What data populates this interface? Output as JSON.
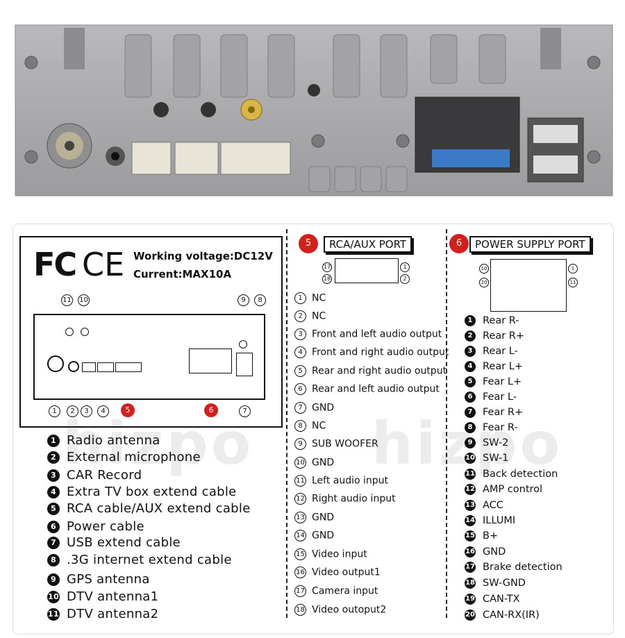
{
  "watermark": "hizpo",
  "back_panel": {
    "fcc_logo": "FC",
    "ce_logo": "CE",
    "voltage": "Working voltage:DC12V",
    "current": "Current:MAX10A",
    "bottom_numbers": [
      "1",
      "2",
      "3",
      "4",
      "5",
      "6",
      "7"
    ],
    "top_numbers": [
      "11",
      "10",
      "9",
      "8"
    ]
  },
  "legend": [
    {
      "n": "1",
      "text": "Radio antenna"
    },
    {
      "n": "2",
      "text": "External microphone"
    },
    {
      "n": "3",
      "text": "CAR Record"
    },
    {
      "n": "4",
      "text": "Extra TV box extend cable"
    },
    {
      "n": "5",
      "text": "RCA cable/AUX extend cable"
    },
    {
      "n": "6",
      "text": "Power cable"
    },
    {
      "n": "7",
      "text": "USB extend cable"
    },
    {
      "n": "8",
      "text": ".3G internet extend cable"
    },
    {
      "n": "9",
      "text": "GPS antenna"
    },
    {
      "n": "10",
      "text": "DTV antenna1"
    },
    {
      "n": "11",
      "text": "DTV antenna2"
    }
  ],
  "rca_port": {
    "number": "5",
    "title": "RCA/AUX PORT",
    "connector_labels": [
      "17",
      "1",
      "18",
      "2"
    ],
    "pins": [
      {
        "n": "1",
        "text": "NC"
      },
      {
        "n": "2",
        "text": "NC"
      },
      {
        "n": "3",
        "text": "Front and left audio output"
      },
      {
        "n": "4",
        "text": "Front and right audio output"
      },
      {
        "n": "5",
        "text": "Rear and right audio output"
      },
      {
        "n": "6",
        "text": "Rear and left audio output"
      },
      {
        "n": "7",
        "text": "GND"
      },
      {
        "n": "8",
        "text": "NC"
      },
      {
        "n": "9",
        "text": "SUB WOOFER"
      },
      {
        "n": "10",
        "text": "GND"
      },
      {
        "n": "11",
        "text": "Left audio input"
      },
      {
        "n": "12",
        "text": "Right audio input"
      },
      {
        "n": "13",
        "text": "GND"
      },
      {
        "n": "14",
        "text": "GND"
      },
      {
        "n": "15",
        "text": "Video input"
      },
      {
        "n": "16",
        "text": "Video output1"
      },
      {
        "n": "17",
        "text": "Camera  input"
      },
      {
        "n": "18",
        "text": "Video outoput2"
      }
    ]
  },
  "power_port": {
    "number": "6",
    "title": "POWER SUPPLY PORT",
    "connector_labels": [
      "10",
      "1",
      "20",
      "11"
    ],
    "pins": [
      {
        "n": "1",
        "text": "Rear R-"
      },
      {
        "n": "2",
        "text": "Rear R+"
      },
      {
        "n": "3",
        "text": "Rear L-"
      },
      {
        "n": "4",
        "text": "Rear L+"
      },
      {
        "n": "5",
        "text": "Fear L+"
      },
      {
        "n": "6",
        "text": "Fear L-"
      },
      {
        "n": "7",
        "text": "Fear R+"
      },
      {
        "n": "8",
        "text": "Fear R-"
      },
      {
        "n": "9",
        "text": "SW-2"
      },
      {
        "n": "10",
        "text": "SW-1"
      },
      {
        "n": "11",
        "text": "Back detection"
      },
      {
        "n": "12",
        "text": "AMP control"
      },
      {
        "n": "13",
        "text": "ACC"
      },
      {
        "n": "14",
        "text": "ILLUMI"
      },
      {
        "n": "15",
        "text": "B+"
      },
      {
        "n": "16",
        "text": "GND"
      },
      {
        "n": "17",
        "text": "Brake detection"
      },
      {
        "n": "18",
        "text": "SW-GND"
      },
      {
        "n": "19",
        "text": "CAN-TX"
      },
      {
        "n": "20",
        "text": "CAN-RX(IR)"
      }
    ]
  },
  "colors": {
    "accent_red": "#d3201c",
    "metal": "#a9a9ab"
  }
}
